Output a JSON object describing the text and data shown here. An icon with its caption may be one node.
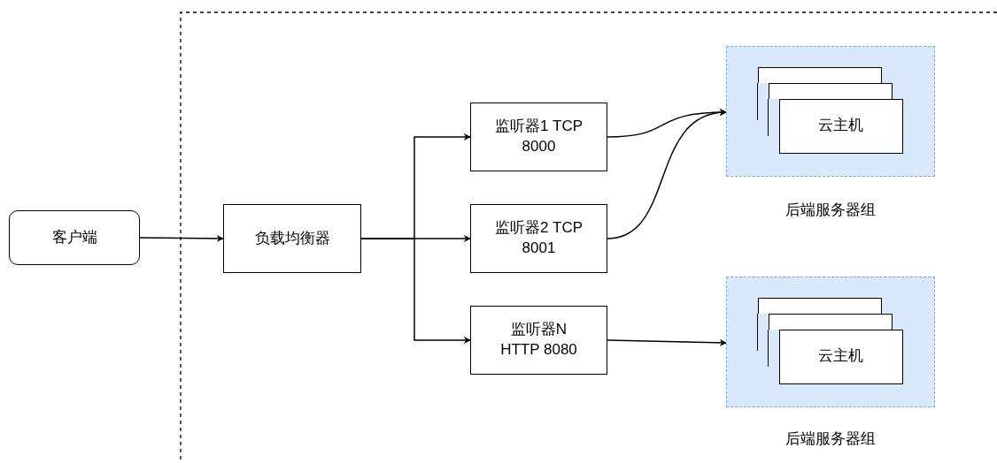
{
  "diagram": {
    "nodes": [
      {
        "text": [
          "客户端"
        ]
      },
      {
        "text": [
          "负载均衡器"
        ]
      },
      {
        "text": [
          "监听器1 TCP 8000"
        ]
      },
      {
        "text": [
          "监听器2 TCP 8001"
        ]
      },
      {
        "text": [
          "监听器N HTTP 8080"
        ]
      },
      {
        "text": [],
        "shape": "box",
        "beside": [
          "后端服务器组"
        ]
      },
      {
        "text": [],
        "shape": "box",
        "in": 5
      },
      {
        "text": [],
        "shape": "box",
        "in": 5
      },
      {
        "text": [
          "云主机"
        ],
        "in": 5
      },
      {
        "text": [],
        "shape": "box",
        "beside": [
          "后端服务器组"
        ]
      },
      {
        "text": [],
        "shape": "box",
        "in": 9
      },
      {
        "text": [],
        "shape": "box",
        "in": 9
      },
      {
        "text": [
          "云主机"
        ],
        "in": 9
      }
    ],
    "edges": [
      {
        "from": 0,
        "to": 1,
        "arrow": "to"
      },
      {
        "from": 1,
        "to": 2,
        "arrow": "to"
      },
      {
        "from": 1,
        "to": 3,
        "arrow": "to"
      },
      {
        "from": 1,
        "to": 4,
        "arrow": "to"
      },
      {
        "from": 2,
        "to": 5,
        "arrow": "to"
      },
      {
        "from": 3,
        "to": 5,
        "arrow": "to"
      },
      {
        "from": 4,
        "to": 9,
        "arrow": "to"
      }
    ]
  }
}
